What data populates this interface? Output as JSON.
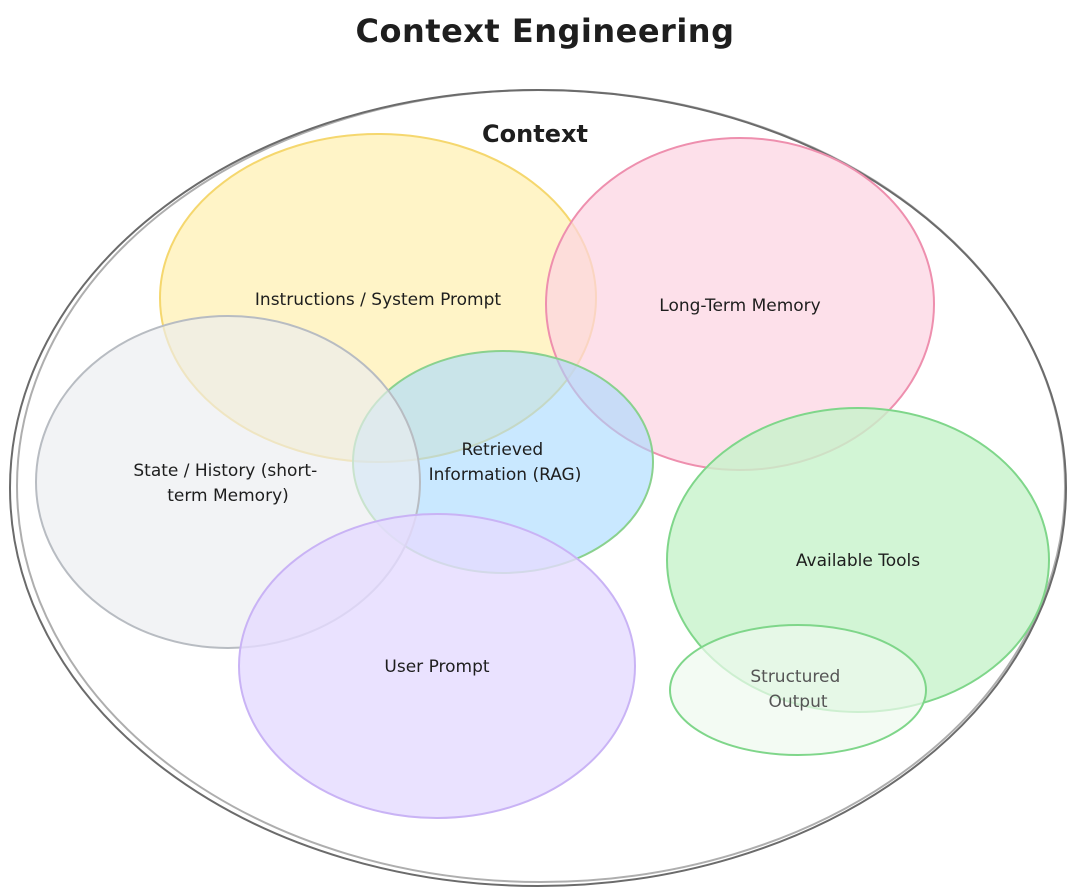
{
  "title": "Context Engineering",
  "context_label": "Context",
  "regions": {
    "instructions": {
      "lines": [
        "Instructions / System Prompt"
      ],
      "fill": "#fff3bf",
      "stroke": "#f5d76e"
    },
    "long_term_memory": {
      "lines": [
        "Long-Term Memory"
      ],
      "fill": "#fcd4e2",
      "stroke": "#ee8fae"
    },
    "state_history": {
      "lines": [
        "State / History (short-",
        "term Memory)"
      ],
      "fill": "#ebedf0",
      "stroke": "#b8bcc2"
    },
    "retrieved_info": {
      "lines": [
        "Retrieved",
        "Information (RAG)"
      ],
      "fill": "#a5d8ff",
      "stroke": "#8ad18e"
    },
    "user_prompt": {
      "lines": [
        "User Prompt"
      ],
      "fill": "#e5dbff",
      "stroke": "#c9b3f5"
    },
    "available_tools": {
      "lines": [
        "Available Tools"
      ],
      "fill": "#c7f2cb",
      "stroke": "#7fd68a"
    },
    "structured_output": {
      "lines": [
        "Structured",
        "Output"
      ],
      "fill": "#eefaee",
      "stroke": "#7fd68a"
    }
  }
}
